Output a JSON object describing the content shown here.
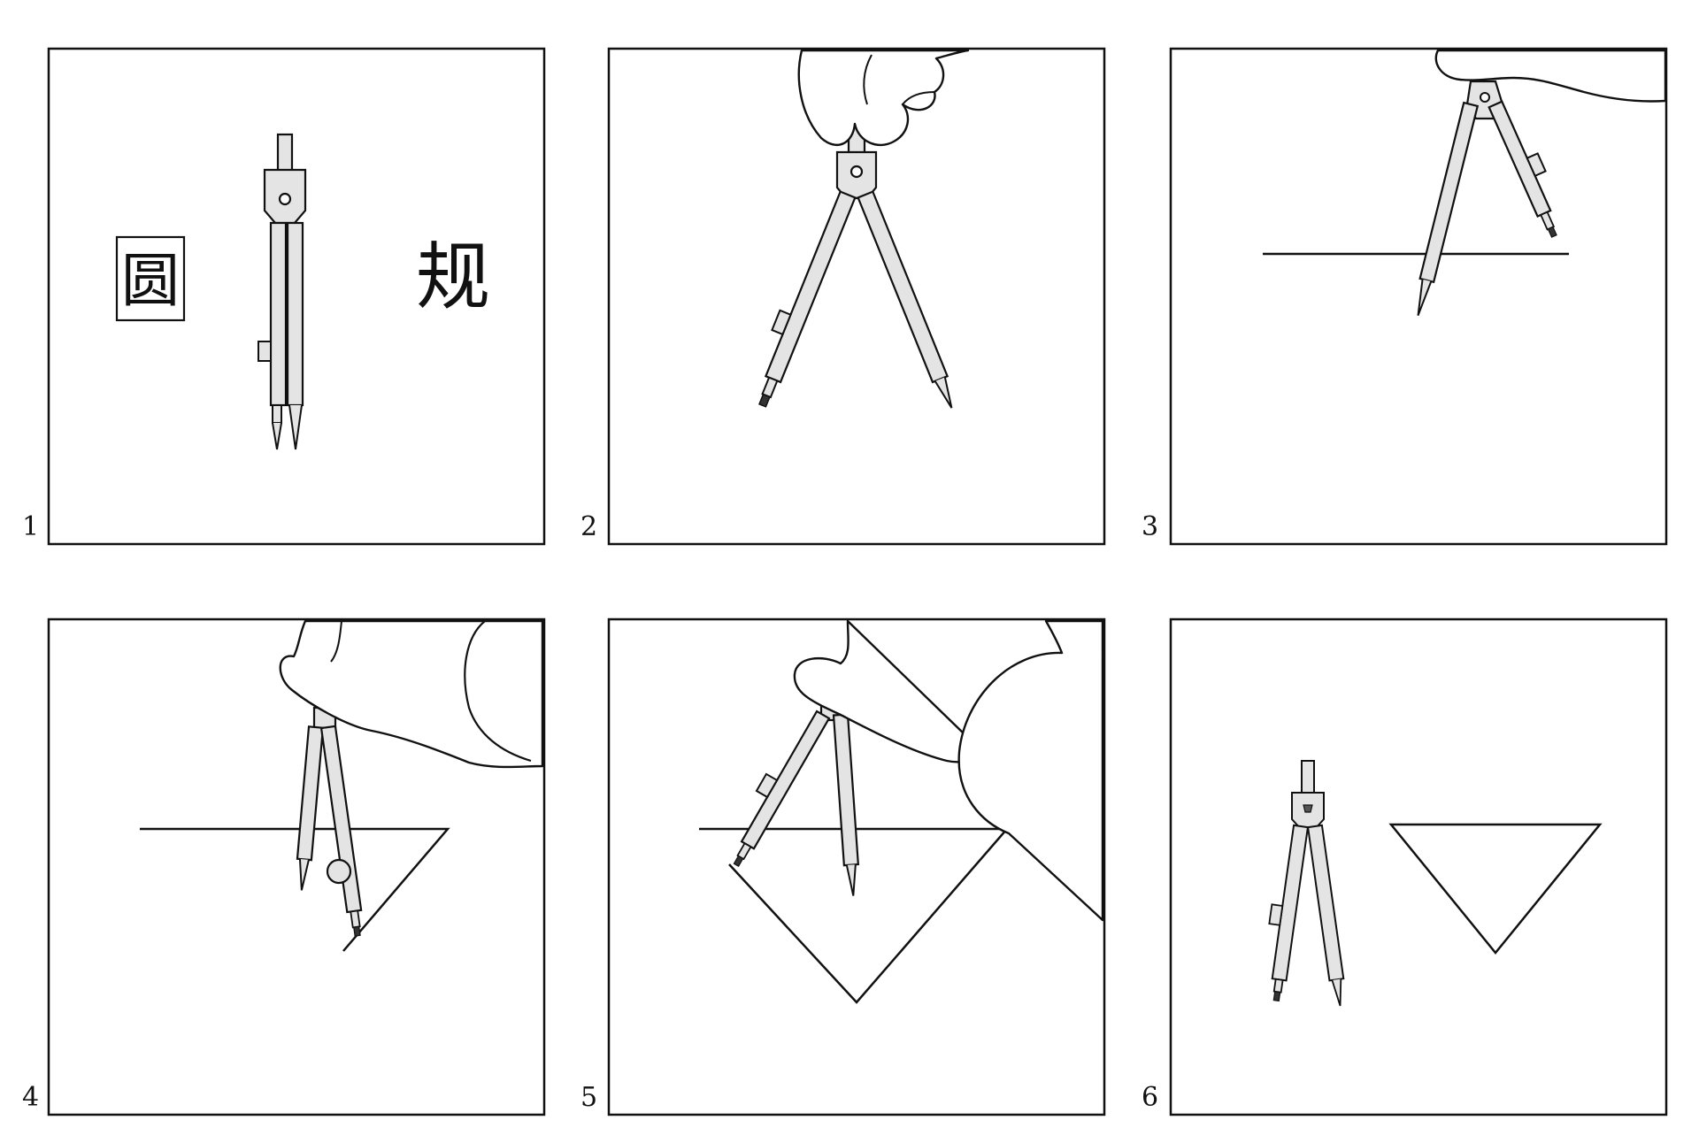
{
  "figure": {
    "panels": [
      {
        "number": "1",
        "labels": {
          "yuan": "圆",
          "gui": "规"
        }
      },
      {
        "number": "2"
      },
      {
        "number": "3"
      },
      {
        "number": "4"
      },
      {
        "number": "5"
      },
      {
        "number": "6"
      }
    ]
  },
  "colors": {
    "ink": "#111111",
    "metal": "#e4e4e4",
    "paper": "#ffffff",
    "skin": "#ffffff"
  },
  "icons": [
    "compass-icon",
    "hand-icon"
  ]
}
